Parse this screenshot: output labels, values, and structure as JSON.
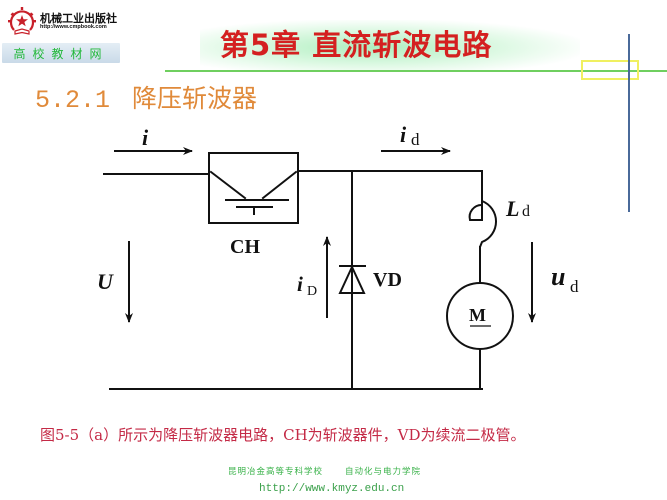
{
  "publisher": {
    "name": "机械工业出版社",
    "url": "http://www.cmpbook.com",
    "band_label": "高校教材网",
    "logo_icon": "gear-star-book-icon"
  },
  "slide": {
    "title": "第5章 直流斩波电路",
    "section_number": "5.2.1",
    "section_title": "降压斩波器",
    "caption": "图5-5（a）所示为降压斩波器电路，CH为斩波器件，VD为续流二极管。"
  },
  "diagram": {
    "type": "buck-chopper-circuit",
    "labels": {
      "input_current": "i",
      "output_current": "i",
      "output_current_sub": "d",
      "chopper": "CH",
      "diode": "VD",
      "diode_current": "i",
      "diode_current_sub": "D",
      "inductor": "L",
      "inductor_sub": "d",
      "input_voltage": "U",
      "output_voltage": "u",
      "output_voltage_sub": "d",
      "motor": "M"
    },
    "components": [
      "CH chopper switch (transistor)",
      "VD freewheeling diode",
      "Ld smoothing inductor",
      "M DC motor load"
    ]
  },
  "footer": {
    "school": "昆明冶金高等专科学校",
    "department": "自动化与电力学院",
    "url": "http://www.kmyz.edu.cn"
  },
  "colors": {
    "title": "#d42020",
    "section": "#e08a3a",
    "caption": "#c42a46",
    "footer": "#3ab24a",
    "header_line": "#6fcf5f"
  }
}
